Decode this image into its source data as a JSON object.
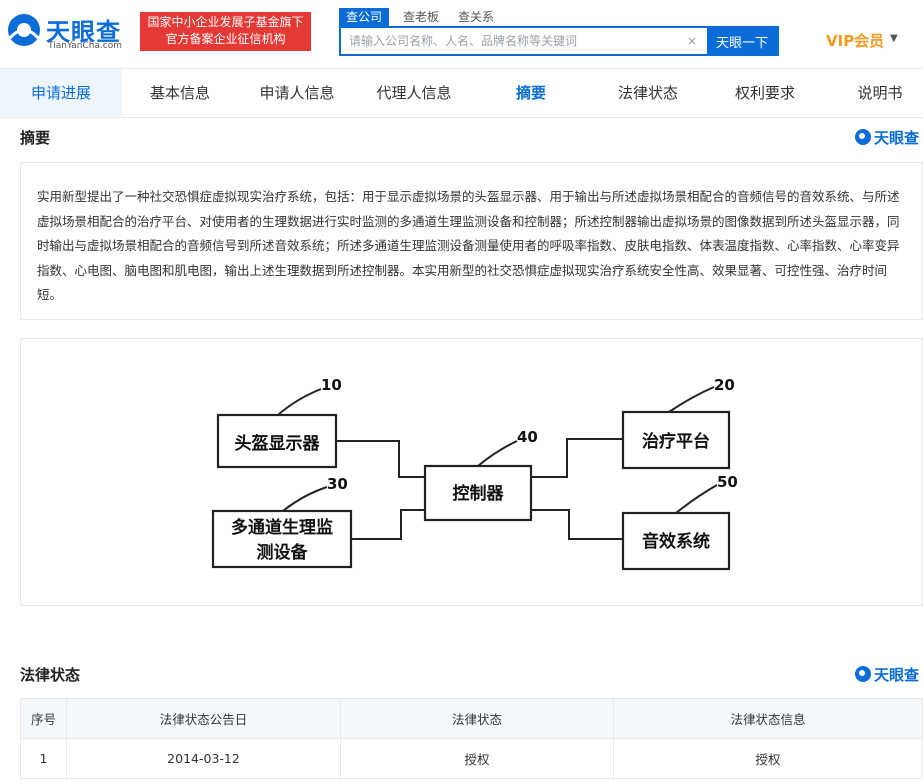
{
  "header": {
    "logo_cn": "天眼查",
    "logo_en": "TianYanCha.com",
    "slogan_line1": "国家中小企业发展子基金旗下",
    "slogan_line2": "官方备案企业征信机构",
    "search_tabs": [
      "查公司",
      "查老板",
      "查关系"
    ],
    "search_placeholder": "请输入公司名称、人名、品牌名称等关键词",
    "search_button": "天眼一下",
    "vip_label": "VIP会员"
  },
  "nav": {
    "items": [
      "申请进展",
      "基本信息",
      "申请人信息",
      "代理人信息",
      "摘要",
      "法律状态",
      "权利要求",
      "说明书"
    ]
  },
  "abstract": {
    "title": "摘要",
    "brand": "天眼查",
    "text": "实用新型提出了一种社交恐惧症虚拟现实治疗系统，包括：用于显示虚拟场景的头盔显示器、用于输出与所述虚拟场景相配合的音频信号的音效系统、与所述虚拟场景相配合的治疗平台、对使用者的生理数据进行实时监测的多通道生理监测设备和控制器；所述控制器输出虚拟场景的图像数据到所述头盔显示器，同时输出与虚拟场景相配合的音频信号到所述音效系统；所述多通道生理监测设备测量使用者的呼吸率指数、皮肤电指数、体表温度指数、心率指数、心率变异指数、心电图、脑电图和肌电图，输出上述生理数据到所述控制器。本实用新型的社交恐惧症虚拟现实治疗系统安全性高、效果显著、可控性强、治疗时间短。"
  },
  "diagram": {
    "blocks": [
      {
        "id": "10",
        "label": "头盔显示器"
      },
      {
        "id": "20",
        "label": "治疗平台"
      },
      {
        "id": "30",
        "label_line1": "多通道生理监",
        "label_line2": "测设备"
      },
      {
        "id": "40",
        "label": "控制器"
      },
      {
        "id": "50",
        "label": "音效系统"
      }
    ]
  },
  "legal": {
    "title": "法律状态",
    "brand": "天眼查",
    "columns": [
      "序号",
      "法律状态公告日",
      "法律状态",
      "法律状态信息"
    ],
    "rows": [
      {
        "index": "1",
        "date": "2014-03-12",
        "status": "授权",
        "info": "授权"
      }
    ]
  },
  "colors": {
    "brand_blue": "#0a6cd6",
    "slogan_red": "#e53935",
    "vip_orange": "#f39a1f"
  }
}
